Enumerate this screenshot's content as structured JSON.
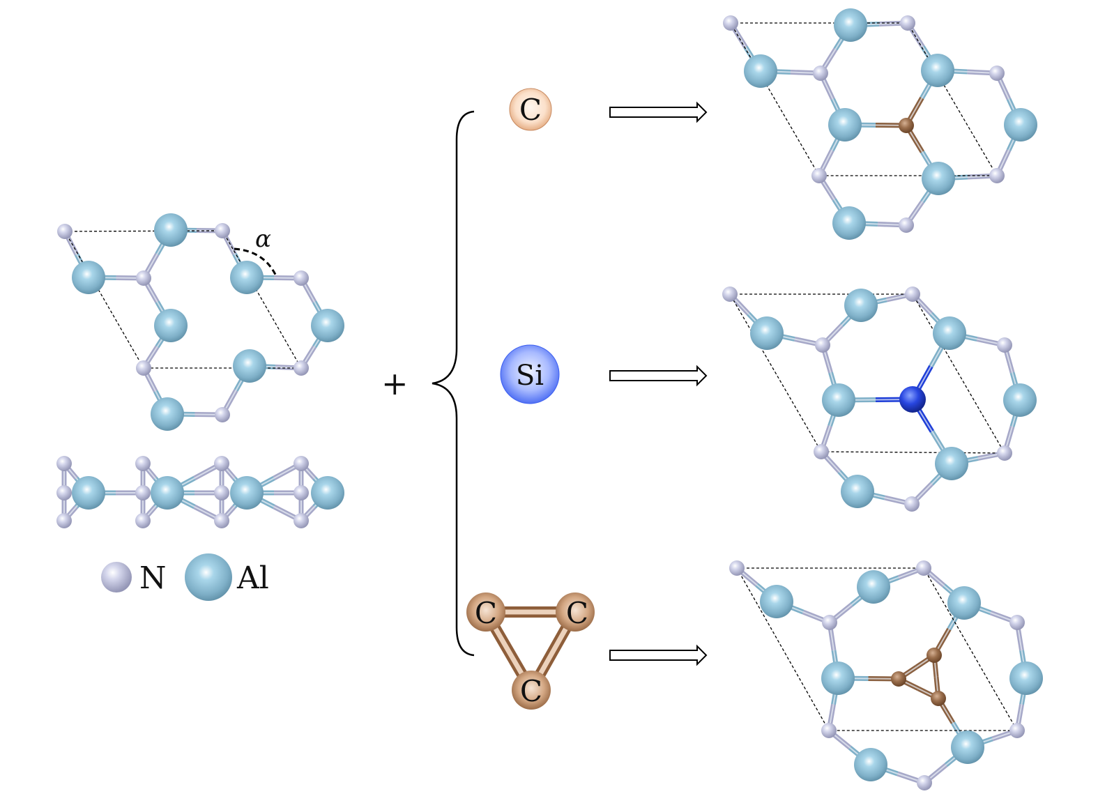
{
  "pristine": {
    "angle_label": "α",
    "legend": {
      "n_label": "N",
      "al_label": "Al"
    }
  },
  "operator": {
    "plus": "+"
  },
  "dopants": {
    "carbon": {
      "label": "C"
    },
    "silicon": {
      "label": "Si"
    },
    "c3_cluster": {
      "labels": [
        "C",
        "C",
        "C"
      ]
    }
  },
  "colors": {
    "nitrogen": "#b4b6d2",
    "aluminum": "#7fb0c8",
    "carbon_atom_icon": "#f6d2b4",
    "silicon_atom_icon": "#5b7cf0",
    "c3_atom": "#b88a66",
    "doped_carbon": "#8a6040",
    "doped_silicon": "#1f3fd8"
  }
}
